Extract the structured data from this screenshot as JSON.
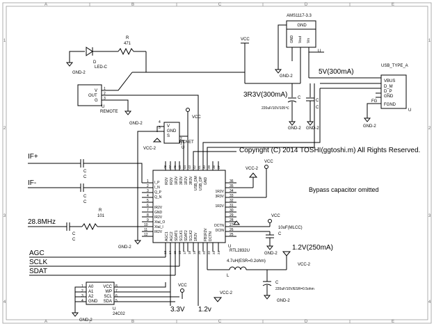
{
  "frame": {
    "cols": [
      "A",
      "B",
      "C",
      "D",
      "E"
    ],
    "rows": [
      "1",
      "2",
      "3",
      "4"
    ]
  },
  "copyright": "Copyright (C) 2014 TOSHI(ggtoshi.m) All Rights Reserved.",
  "note_bypass": "Bypass capacitor omitted",
  "signals": {
    "if_plus": "IF+",
    "if_minus": "IF-",
    "xtal": "28.8MHz",
    "agc": "AGC",
    "sclk": "SCLK",
    "sdat": "SDAT"
  },
  "rails": {
    "v5": "5V(300mA)",
    "v3r3": "3R3V(300mA)",
    "v1r2": "1.2V(250mA)",
    "v3r3_bottom": "3.3V",
    "v1r2_bottom": "1.2v"
  },
  "power": {
    "vcc": "VCC",
    "vcc2": "VCC-2",
    "gnd": "GND",
    "gnd2": "GND-2"
  },
  "regulator": {
    "name": "AMS1117-3.3",
    "pin_gnd": "GND",
    "pin_vout": "Vout",
    "pin_vin": "Vin",
    "ref": "U"
  },
  "usb": {
    "name": "USB_TYPE_A",
    "pins": [
      "VBUS",
      "D_M",
      "D_P",
      "GND"
    ],
    "pin_fg": "FG",
    "pin_fgnd": "FGND",
    "ref": "U"
  },
  "led": {
    "ref": "D",
    "value": "LED-C"
  },
  "r471": {
    "ref": "R",
    "value": "471"
  },
  "r101": {
    "ref": "R",
    "value": "101"
  },
  "remote": {
    "ref": "U",
    "name": "REMOTE",
    "pins": [
      "V",
      "OUT",
      "G"
    ],
    "pin_numbers": [
      "1",
      "2",
      "3"
    ]
  },
  "rcnet": {
    "name": "RCNET",
    "pins": [
      "V",
      "GND",
      "S"
    ],
    "pin_numbers": [
      "4",
      "3",
      "2",
      "1"
    ],
    "ref": "U"
  },
  "cap_main": {
    "ref": "C",
    "value": "220uF/10V/105℃"
  },
  "cap_bottom": {
    "ref": "C",
    "value": "220uF/10V/ESR=0.5ohm"
  },
  "cap_mlcc": {
    "ref": "C",
    "value": "10uF(MLCC)"
  },
  "inductor": {
    "ref": "L",
    "value": "4.7uH(ESR=0.2ohm)"
  },
  "chip": {
    "name": "RTL2832U",
    "ref": "U",
    "left_pins": [
      "I_P",
      "I_N",
      "Q_P",
      "Q_N",
      "IR2V",
      "GND",
      "IR2V",
      "Xtal_O",
      "Xtal_I",
      "IR2V"
    ],
    "left_numbers": [
      "1",
      "2",
      "3",
      "4",
      "5",
      "6",
      "7",
      "8",
      "9",
      "10",
      "11",
      "12"
    ],
    "top_pins": [
      "IR2V",
      "IR2V",
      "1R2V",
      "3R3V",
      "1R2V",
      "3R3V",
      "USB_DM",
      "USB_DP",
      "GND"
    ],
    "top_numbers": [
      "48",
      "47",
      "46",
      "45",
      "44",
      "43",
      "42",
      "41",
      "40",
      "39",
      "38",
      "37"
    ],
    "right_pins": [
      "1R2V",
      "3R3V",
      "1R2V",
      "DCTN",
      "DCIN"
    ],
    "right_numbers": [
      "36",
      "35",
      "34",
      "33",
      "32",
      "31",
      "30",
      "29",
      "28",
      "27",
      "26",
      "25"
    ],
    "bottom_pins": [
      "AGC1",
      "AGC2",
      "SDAT1",
      "SCLK1",
      "SDAT2",
      "SCLK2",
      "1R2V",
      "FB1R2V",
      "DCTN"
    ],
    "bottom_numbers": [
      "13",
      "14",
      "15",
      "16",
      "17",
      "18",
      "19",
      "20",
      "21",
      "22",
      "23",
      "24"
    ]
  },
  "eeprom": {
    "name": "24C02",
    "ref": "U",
    "left_pins": [
      "A0",
      "A1",
      "A2",
      "GND"
    ],
    "right_pins": [
      "VCC",
      "WP",
      "SCL",
      "SDA"
    ],
    "left_numbers": [
      "1",
      "2",
      "3",
      "4"
    ],
    "right_numbers": [
      "8",
      "7",
      "6",
      "5"
    ]
  }
}
